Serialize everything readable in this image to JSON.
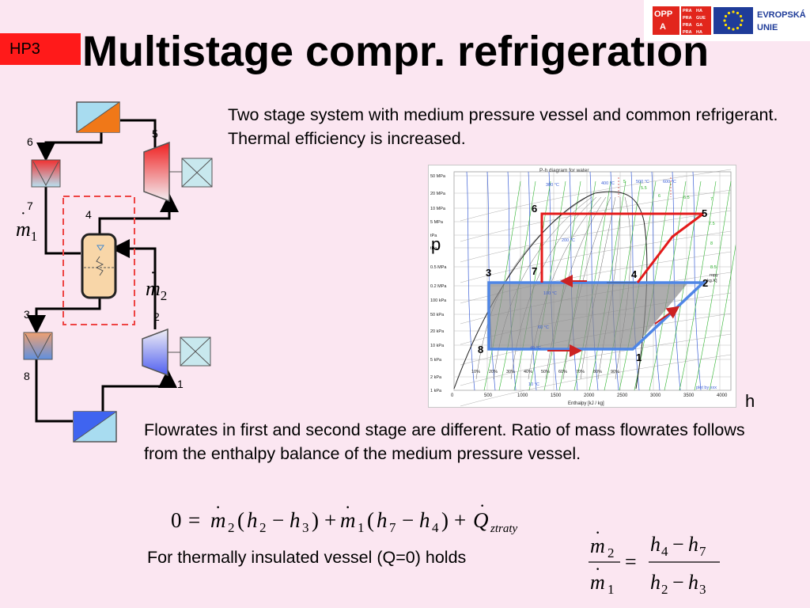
{
  "header": {
    "badge": "HP3",
    "title": "Multistage compr. refrigeration",
    "logo": {
      "opp_lines": [
        "OPP",
        "A"
      ],
      "praha_lines": [
        "PRA",
        "HA",
        "PRA",
        "GUE",
        "PRA",
        "GA",
        "PRA",
        "HA"
      ],
      "eu_lines": [
        "EVROPSKÁ",
        "UNIE"
      ]
    }
  },
  "description": "Two stage system with medium pressure vessel and common refrigerant. Thermal efficiency is increased.",
  "flowrates_text": "Flowrates in first and second stage are different. Ratio of mass flowrates follows from the enthalpy balance of the medium pressure vessel.",
  "insulated_text": "For thermally insulated vessel (Q=0) holds",
  "schematic": {
    "node_labels": [
      "6",
      "5",
      "7",
      "4",
      "3",
      "2",
      "8",
      "1"
    ],
    "m1": "m",
    "m1_sub": "1",
    "m2": "m",
    "m2_sub": "2"
  },
  "diagram": {
    "title": "P-h diagram for water",
    "p_label": "p",
    "h_label": "h",
    "xlabel": "Enthalpy [kJ / kg]",
    "credit": "plot by xxx",
    "pressure_ticks": [
      "50 MPa",
      "20 MPa",
      "10 MPa",
      "5 MPa",
      "tPa",
      "tPa",
      "0.5 MPa",
      "0.2 MPa",
      "100 kPa",
      "50 kPa",
      "20 kPa",
      "10 kPa",
      "5 kPa",
      "2 kPa",
      "1 kPa"
    ],
    "enthalpy_ticks": [
      "0",
      "500",
      "1000",
      "1500",
      "2000",
      "2500",
      "3000",
      "3500",
      "4000"
    ],
    "temp_labels": [
      "400 °C",
      "300 °C",
      "500 °C",
      "600 °C",
      "200 °C",
      "100 °C",
      "60 °C",
      "40 °C",
      "10 °C"
    ],
    "quality_labels": [
      "10%",
      "20%",
      "30%",
      "40%",
      "50%",
      "60%",
      "70%",
      "80%",
      "90%"
    ],
    "entropy_labels": [
      "5",
      "5.5",
      "6",
      "6.5",
      "7",
      "7.5",
      "8",
      "8.5"
    ],
    "entropy_unit": "ropy\nkg.K]",
    "point_labels": [
      "6",
      "5",
      "3",
      "7",
      "4",
      "2",
      "8",
      "1"
    ],
    "cycle_colors": {
      "high": "#e41a1a",
      "low": "#4f86e6",
      "fill": "#8a8a8a"
    }
  },
  "equations": {
    "balance": {
      "zero": "0",
      "m": "m",
      "sub2": "2",
      "sub1": "1",
      "h": "h",
      "Q": "Q",
      "Q_sub": "ztraty",
      "h2": "2",
      "h3": "3",
      "h7": "7",
      "h4": "4"
    },
    "ratio": {
      "num_left": "m",
      "num_left_sub": "2",
      "den_left": "m",
      "den_left_sub": "1",
      "num_right_a": "h",
      "num_right_a_sub": "4",
      "num_right_b": "h",
      "num_right_b_sub": "7",
      "den_right_a": "h",
      "den_right_a_sub": "2",
      "den_right_b": "h",
      "den_right_b_sub": "3"
    }
  }
}
